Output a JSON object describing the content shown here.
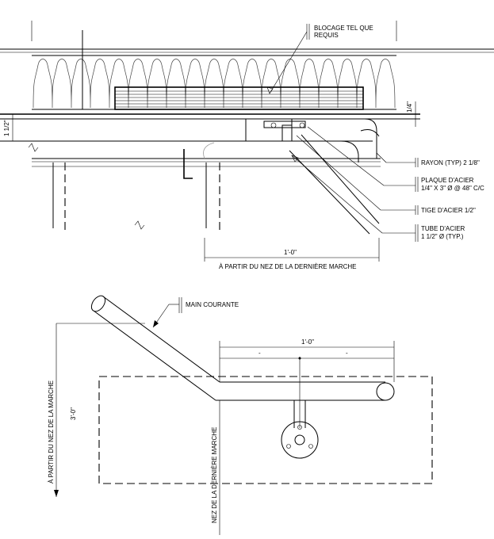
{
  "section_labels": {
    "blocking_line1": "BLOCAGE TEL QUE",
    "blocking_line2": "REQUIS",
    "radius": "RAYON (TYP) 2 1/8\"",
    "plate_line1": "PLAQUE D'ACIER",
    "plate_line2": "1/4\" X 3\" Ø @ 48\" C/C",
    "rod": "TIGE D'ACIER 1/2\"",
    "tube_line1": "TUBE D'ACIER",
    "tube_line2": "1 1/2\" Ø (TYP.)"
  },
  "section_dimensions": {
    "left_height": "1 1/2\"",
    "right_height": "1/4\"",
    "horizontal": "1'-0\"",
    "horizontal_note": "À PARTIR DU NEZ DE LA DERNIÈRE MARCHE"
  },
  "plan_labels": {
    "handrail": "MAIN COURANTE"
  },
  "plan_dimensions": {
    "top": "1'-0\"",
    "top_left_half": "-",
    "top_right_half": "-",
    "vertical": "3'-0\"",
    "vertical_note": "À PARTIR DU NEZ DE LA MARCHE",
    "last_nosing": "NEZ DE LA DERNIÈRE MARCHE"
  }
}
